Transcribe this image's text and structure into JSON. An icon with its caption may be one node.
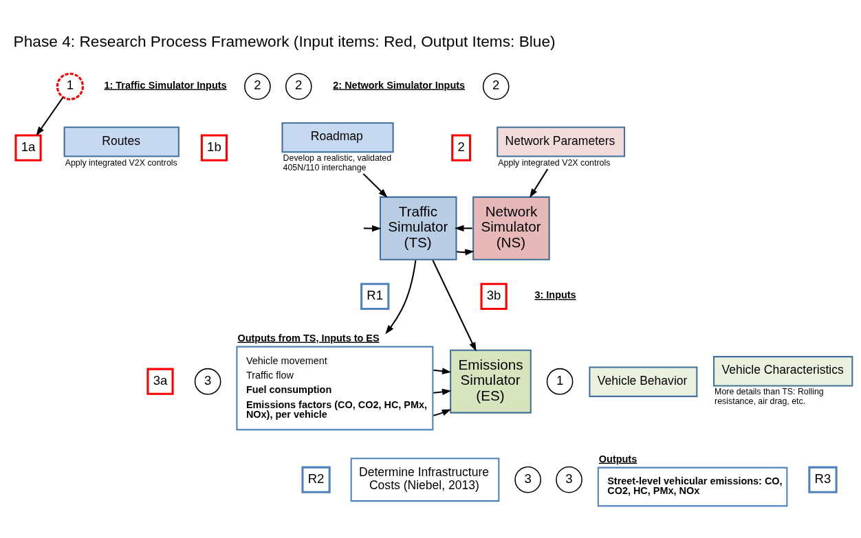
{
  "diagram": {
    "title": "Phase 4: Research Process Framework (Input items: Red, Output Items: Blue)",
    "nodes": [
      {
        "text": [
          "1"
        ]
      },
      {
        "text": [
          "1a"
        ]
      },
      {
        "text": [
          "Routes"
        ],
        "beside": [
          "Apply integrated V2X controls"
        ]
      },
      {
        "text": [
          "2"
        ]
      },
      {
        "text": [
          "1b"
        ]
      },
      {
        "text": [
          "Roadmap"
        ],
        "beside": [
          "Develop a realistic, validated 405N/110 interchange"
        ]
      },
      {
        "text": [
          "2"
        ]
      },
      {
        "text": [
          "2"
        ]
      },
      {
        "text": [
          "Network Parameters"
        ],
        "beside": [
          "Apply integrated V2X controls"
        ]
      },
      {
        "text": [
          "2"
        ]
      },
      {
        "text": [
          "Traffic Simulator (TS)"
        ]
      },
      {
        "text": [
          "Network Simulator (NS)"
        ]
      },
      {
        "text": [
          "R1"
        ]
      },
      {
        "text": [
          "Outputs from TS, Inputs to ES",
          "Vehicle movement",
          "Traffic flow",
          "Fuel consumption",
          "Emissions factors (CO, CO2, HC, PMx, NOx), per vehicle"
        ]
      },
      {
        "text": [
          "3a"
        ]
      },
      {
        "text": [
          "3"
        ]
      },
      {
        "text": [
          "Emissions Simulator (ES)"
        ]
      },
      {
        "text": [
          "3b"
        ]
      },
      {
        "text": [
          "Vehicle Behavior"
        ]
      },
      {
        "text": [
          "1"
        ]
      },
      {
        "text": [
          "Vehicle Characteristics"
        ],
        "beside": [
          "More details than TS: Rolling resistance, air drag, etc."
        ]
      },
      {
        "text": [
          "Outputs",
          "Street-level vehicular emissions: CO, CO2, HC, PMx, NOx"
        ]
      },
      {
        "text": [
          "3"
        ]
      },
      {
        "text": [
          "R3"
        ]
      },
      {
        "text": [
          "R2"
        ]
      },
      {
        "text": [
          "Determine Infrastructure Costs (Niebel, 2013)"
        ]
      },
      {
        "text": [
          "3"
        ]
      }
    ],
    "edges": [
      {
        "from": 0,
        "to": 1,
        "arrow": "to"
      },
      {
        "from": 5,
        "to": 10,
        "arrow": "to"
      },
      {
        "from": null,
        "to": 10,
        "arrow": "to"
      },
      {
        "from": 8,
        "to": 11,
        "arrow": "to"
      },
      {
        "from": 10,
        "to": 11,
        "arrow": "to"
      },
      {
        "from": 11,
        "to": 10,
        "arrow": "to"
      },
      {
        "from": 10,
        "to": 13,
        "arrow": "to"
      },
      {
        "from": 10,
        "to": 16,
        "arrow": "to"
      },
      {
        "from": 13,
        "to": 16,
        "arrow": "to"
      },
      {
        "from": 13,
        "to": 16,
        "arrow": "to"
      },
      {
        "from": 13,
        "to": 16,
        "arrow": "to"
      }
    ],
    "labels": [
      "1: Traffic Simulator Inputs",
      "2: Network Simulator Inputs",
      "3: Inputs"
    ]
  }
}
